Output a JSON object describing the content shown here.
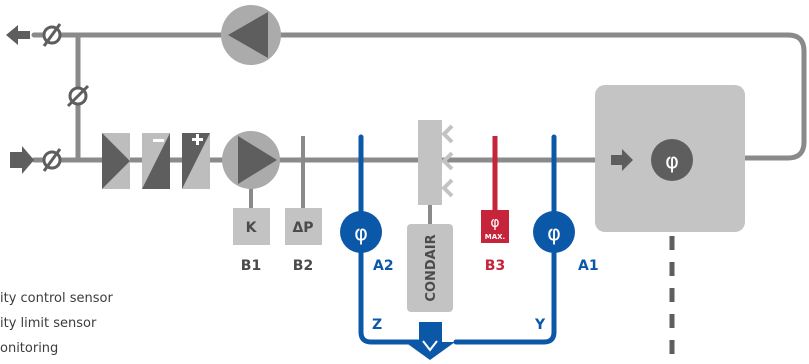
{
  "colors": {
    "duct": "#8a8a8a",
    "component_dark": "#5e5e5e",
    "component_light": "#b5b5b5",
    "box_fill": "#c3c3c3",
    "room": "#c4c4c4",
    "blue": "#0b58a8",
    "red": "#c6243a",
    "white": "#ffffff"
  },
  "icons": {
    "damper": "damper-icon",
    "fan": "fan-icon",
    "arrow": "arrow-icon",
    "humidity_sensor": "phi-icon"
  },
  "boxes": {
    "k": "K",
    "dp": "ΔP"
  },
  "labels": {
    "b1": "B1",
    "b2": "B2",
    "a2": "A2",
    "b3": "B3",
    "a1": "A1",
    "z": "Z",
    "y": "Y"
  },
  "humidifier": "CONDAIR",
  "sensors": {
    "phi": "φ",
    "max": "MAX."
  },
  "legend": [
    "ity control sensor",
    "ity limit sensor",
    "onitoring"
  ]
}
